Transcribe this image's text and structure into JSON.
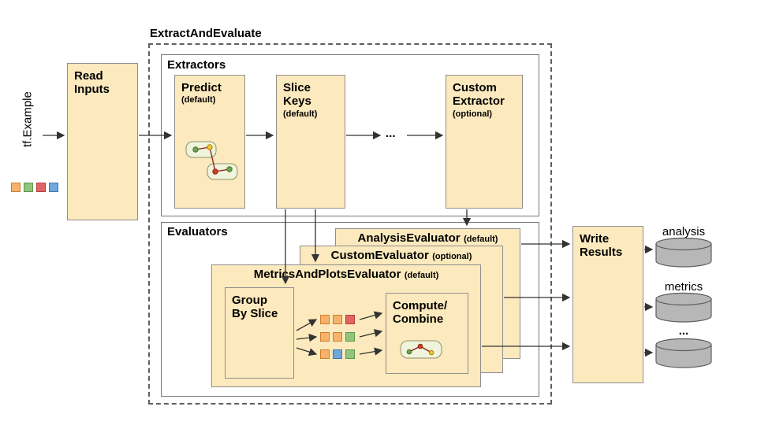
{
  "title": "ExtractAndEvaluate",
  "input": {
    "label": "tf.Example",
    "squares": [
      "orange",
      "green",
      "red",
      "blue"
    ]
  },
  "read_inputs": {
    "label": "Read\nInputs"
  },
  "extractors": {
    "label": "Extractors",
    "ellipsis": "...",
    "items": [
      {
        "name": "Predict",
        "qualifier": "(default)"
      },
      {
        "name": "Slice\nKeys",
        "qualifier": "(default)"
      },
      {
        "name": "Custom\nExtractor",
        "qualifier": "(optional)"
      }
    ]
  },
  "evaluators": {
    "label": "Evaluators",
    "stack": [
      {
        "name": "AnalysisEvaluator",
        "qualifier": "(default)"
      },
      {
        "name": "CustomEvaluator",
        "qualifier": "(optional)"
      },
      {
        "name": "MetricsAndPlotsEvaluator",
        "qualifier": "(default)"
      }
    ],
    "group_by_slice": "Group\nBy Slice",
    "compute_combine": "Compute/\nCombine",
    "grid": [
      [
        "orange",
        "orange",
        "red"
      ],
      [
        "orange",
        "orange",
        "green"
      ],
      [
        "orange",
        "blue",
        "green"
      ]
    ]
  },
  "write_results": {
    "label": "Write\nResults"
  },
  "outputs": [
    {
      "label": "analysis"
    },
    {
      "label": "metrics"
    },
    {
      "label": "..."
    }
  ],
  "colors": {
    "tan-fill": "#fce9bd",
    "tan-border": "#8f8f8f",
    "cyl-fill": "#b7b7b7",
    "cyl-stroke": "#5f5f5f",
    "arrow": "#333333",
    "sq-orange": "#f6b26b",
    "sqb-orange": "#cd7f2e",
    "sq-green": "#93c47d",
    "sqb-green": "#5f9648",
    "sq-red": "#e06666",
    "sqb-red": "#b93b3b",
    "sq-blue": "#6fa8dc",
    "sqb-blue": "#3c78b0"
  }
}
